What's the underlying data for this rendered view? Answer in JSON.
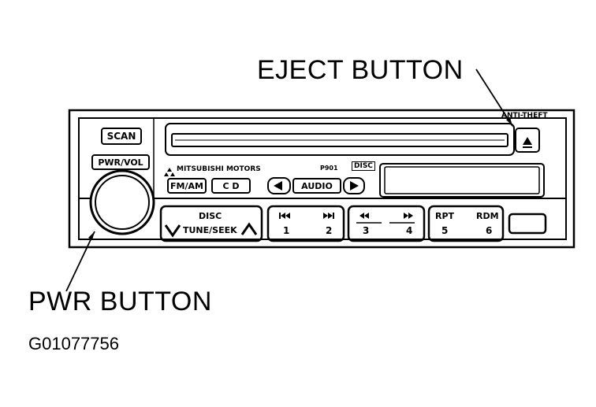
{
  "callouts": {
    "eject": "EJECT BUTTON",
    "pwr": "PWR BUTTON"
  },
  "figure_id": "G01077756",
  "radio": {
    "brand": "MITSUBISHI MOTORS",
    "model": "P901",
    "anti_theft": "ANTI-THEFT",
    "cd_logo": "DISC",
    "buttons": {
      "scan": "SCAN",
      "pwr_vol": "PWR/VOL",
      "fm_am": "FM/AM",
      "cd": "C D",
      "audio": "AUDIO",
      "disc": "DISC",
      "tune_seek": "TUNE/SEEK"
    },
    "presets": [
      {
        "num": "1",
        "icon": "prev-track-icon"
      },
      {
        "num": "2",
        "icon": "next-track-icon"
      },
      {
        "num": "3",
        "icon": "rewind-icon"
      },
      {
        "num": "4",
        "icon": "fast-forward-icon"
      },
      {
        "num": "5",
        "label": "RPT"
      },
      {
        "num": "6",
        "label": "RDM"
      }
    ]
  }
}
